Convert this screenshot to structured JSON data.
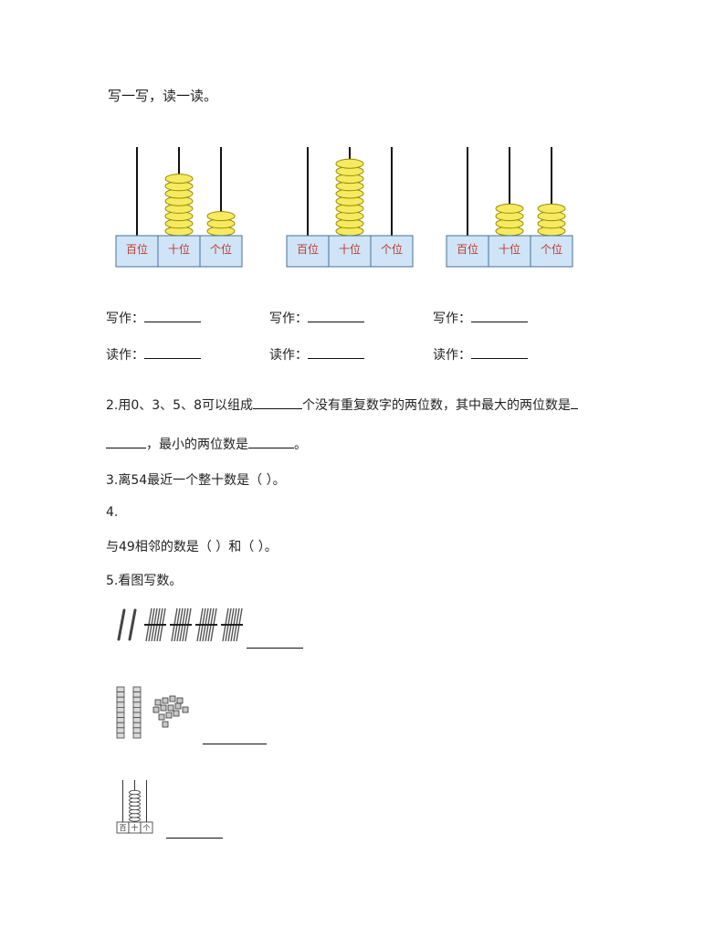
{
  "heading": "写一写，读一读。",
  "abacus": {
    "place_labels": [
      "百位",
      "十位",
      "个位"
    ],
    "bead_color": "#f5ea60",
    "bead_stroke": "#9a8c00",
    "box_color": "#cfe4f7",
    "box_stroke": "#4a6f94",
    "label_color": "#c0392b",
    "items": [
      {
        "beads": [
          0,
          8,
          3
        ]
      },
      {
        "beads": [
          0,
          10,
          0
        ]
      },
      {
        "beads": [
          0,
          4,
          4
        ]
      }
    ]
  },
  "answers": {
    "write_label": "写作：",
    "read_label": "读作："
  },
  "questions": {
    "q2_line1": "2.用0、3、5、8可以组成",
    "q2_line1_mid": "个没有重复数字的两位数，其中最大的两位数是",
    "q2_line2_mid": "，最小的两位数是",
    "q2_line2_end": "。",
    "q3": "3.离54最近一个整十数是（    ）。",
    "q4_num": "4.",
    "q4": "与49相邻的数是（    ）和（    ）。",
    "q5": "5.看图写数。"
  },
  "figures": {
    "sticks_single": 2,
    "sticks_bundles": 4,
    "cube_rods": 2,
    "cube_units": 13,
    "small_abacus_labels": [
      "百",
      "十",
      "个"
    ],
    "small_abacus_tens_beads": 8
  }
}
